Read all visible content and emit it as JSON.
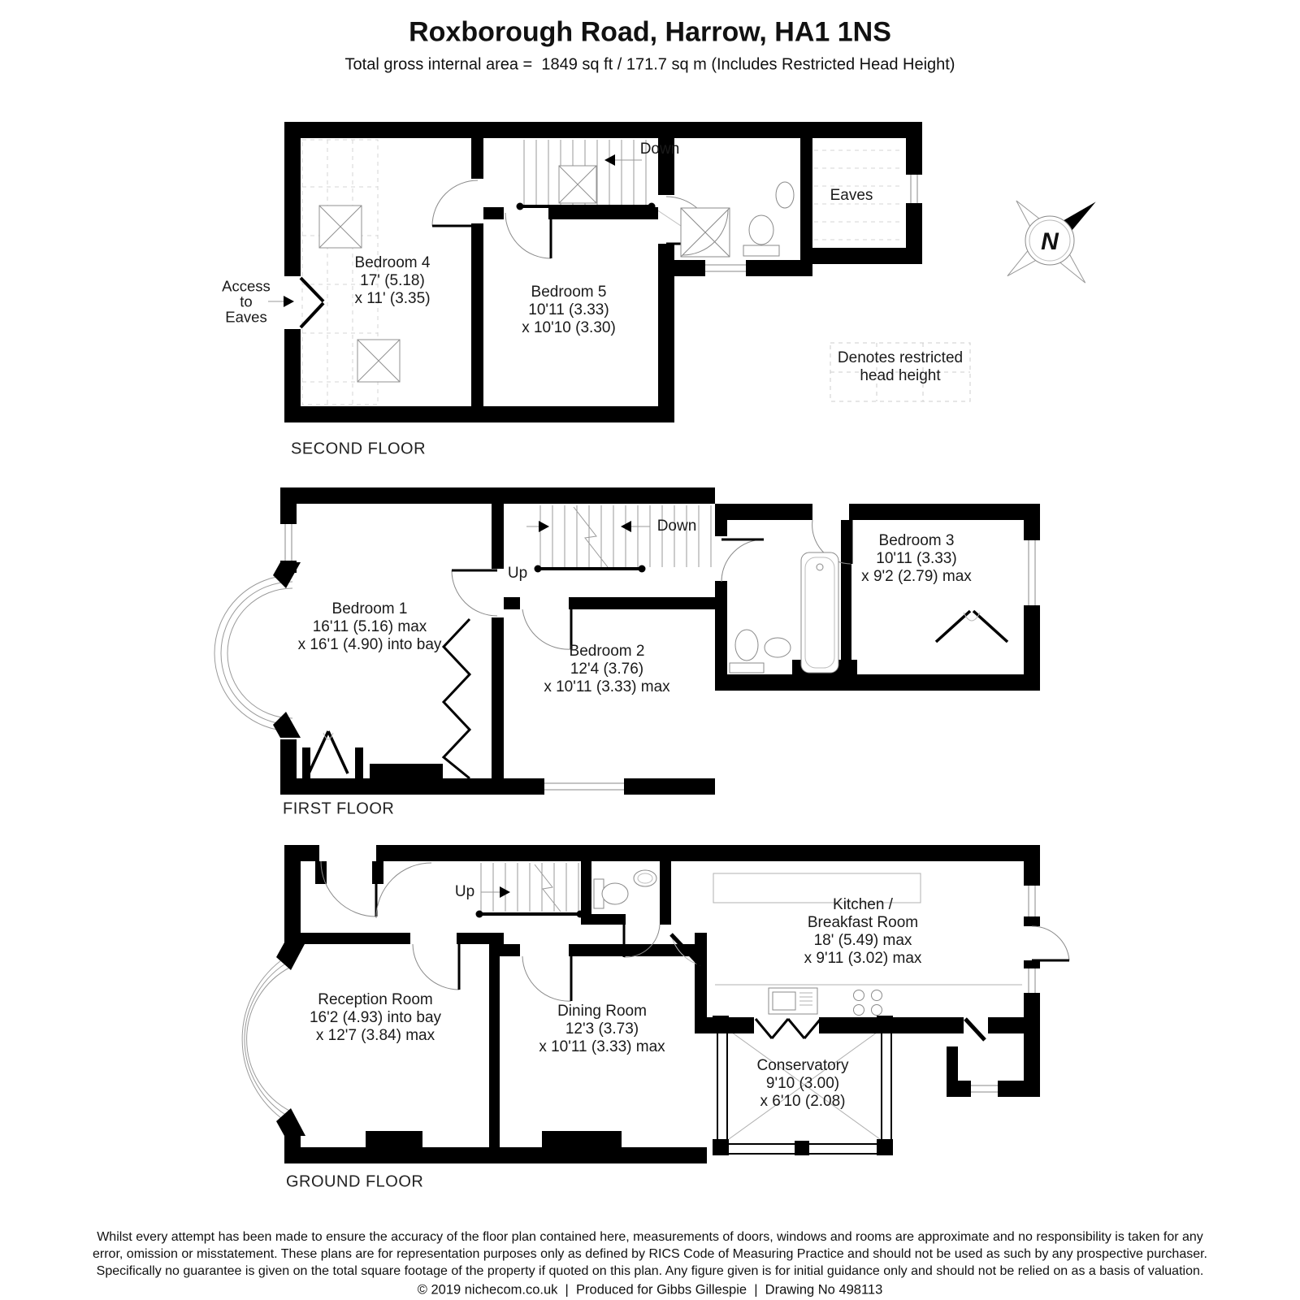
{
  "header": {
    "title": "Roxborough Road, Harrow, HA1 1NS",
    "subtitle": "Total gross internal area =  1849 sq ft / 171.7 sq m (Includes Restricted Head Height)"
  },
  "second_floor": {
    "label": "SECOND FLOOR",
    "down_label": "Down",
    "eaves_label": "Eaves",
    "access_line1": "Access",
    "access_line2": "to",
    "access_line3": "Eaves",
    "bedroom4_name": "Bedroom 4",
    "bedroom4_dim1": "17' (5.18)",
    "bedroom4_dim2": "x 11' (3.35)",
    "bedroom5_name": "Bedroom 5",
    "bedroom5_dim1": "10'11 (3.33)",
    "bedroom5_dim2": "x 10'10 (3.30)"
  },
  "first_floor": {
    "label": "FIRST FLOOR",
    "up_label": "Up",
    "down_label": "Down",
    "bedroom1_name": "Bedroom 1",
    "bedroom1_dim1": "16'11 (5.16) max",
    "bedroom1_dim2": "x 16'1 (4.90) into bay",
    "bedroom2_name": "Bedroom 2",
    "bedroom2_dim1": "12'4 (3.76)",
    "bedroom2_dim2": "x 10'11 (3.33) max",
    "bedroom3_name": "Bedroom 3",
    "bedroom3_dim1": "10'11 (3.33)",
    "bedroom3_dim2": "x 9'2 (2.79) max"
  },
  "ground_floor": {
    "label": "GROUND FLOOR",
    "up_label": "Up",
    "reception_name": "Reception Room",
    "reception_dim1": "16'2 (4.93) into bay",
    "reception_dim2": "x 12'7 (3.84) max",
    "dining_name": "Dining Room",
    "dining_dim1": "12'3 (3.73)",
    "dining_dim2": "x 10'11 (3.33) max",
    "kitchen_name1": "Kitchen /",
    "kitchen_name2": "Breakfast Room",
    "kitchen_dim1": "18' (5.49) max",
    "kitchen_dim2": "x 9'11 (3.02) max",
    "conservatory_name": "Conservatory",
    "conservatory_dim1": "9'10 (3.00)",
    "conservatory_dim2": "x 6'10 (2.08)"
  },
  "legend": {
    "restricted_line1": "Denotes restricted",
    "restricted_line2": "head height"
  },
  "compass": {
    "north_label": "N"
  },
  "footer": {
    "disclaimer_line1": "Whilst every attempt has been made to ensure the accuracy of the floor plan contained here, measurements of doors, windows and rooms are approximate and no responsibility is taken for any",
    "disclaimer_line2": "error, omission or misstatement. These plans are for representation purposes only as defined by RICS Code of Measuring Practice and should not be used as such by any prospective purchaser.",
    "disclaimer_line3": "Specifically no guarantee is given on the total square footage of the property if quoted on this plan. Any figure given is for initial guidance only and should not be relied on as a basis of valuation.",
    "credits": "© 2019 nichecom.co.uk  |  Produced for Gibbs Gillespie  |  Drawing No 498113"
  },
  "colors": {
    "wall": "#000000",
    "thin_line": "#8a8a8a",
    "text": "#1a1a1a"
  }
}
